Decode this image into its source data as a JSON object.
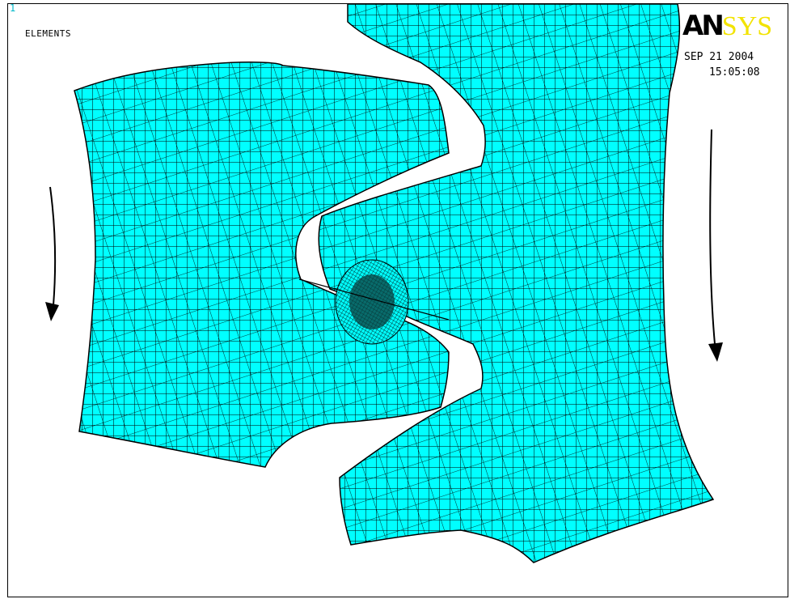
{
  "header": {
    "window_number": "1",
    "plot_label": "ELEMENTS",
    "date": "SEP 21 2004",
    "time": "15:05:08"
  },
  "logo": {
    "text_part1": "AN",
    "text_part2": "SYS",
    "color_part1": "#000000",
    "color_part2": "#f2e300"
  },
  "colors": {
    "element_fill": "#00ffff",
    "mesh_line": "#000000",
    "background": "#ffffff"
  },
  "annotations": {
    "left_arrow": "rotation-direction-arrow-down",
    "right_arrow": "rotation-direction-arrow-down"
  }
}
